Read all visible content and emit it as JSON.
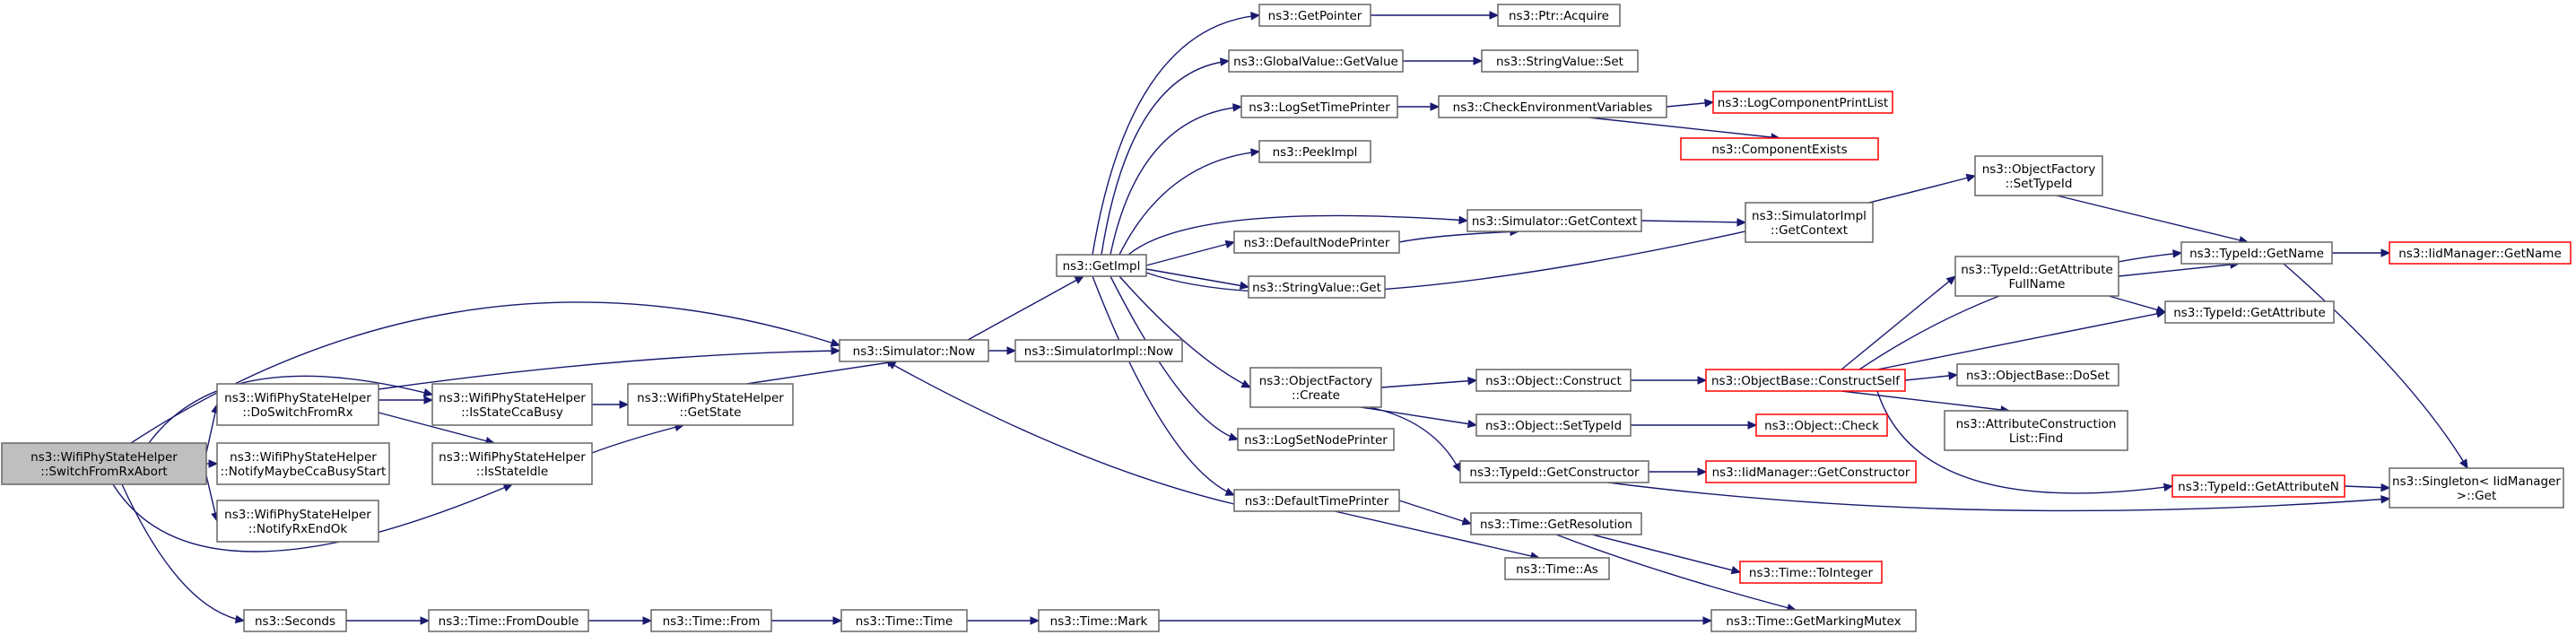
{
  "colors": {
    "edge": "#191970",
    "box_border": "#666666",
    "box_border_incomplete": "#ff0000",
    "root_fill": "#bfbfbf",
    "box_fill": "#ffffff"
  },
  "nodes": {
    "root": {
      "lines": [
        "ns3::WifiPhyStateHelper",
        "::SwitchFromRxAbort"
      ],
      "style": "root"
    },
    "doswitch": {
      "lines": [
        "ns3::WifiPhyStateHelper",
        "::DoSwitchFromRx"
      ],
      "style": "normal"
    },
    "notifymaybe": {
      "lines": [
        "ns3::WifiPhyStateHelper",
        "::NotifyMaybeCcaBusyStart"
      ],
      "style": "normal"
    },
    "notifyrxendok": {
      "lines": [
        "ns3::WifiPhyStateHelper",
        "::NotifyRxEndOk"
      ],
      "style": "normal"
    },
    "seconds": {
      "lines": [
        "ns3::Seconds"
      ],
      "style": "normal"
    },
    "isstateccabusy": {
      "lines": [
        "ns3::WifiPhyStateHelper",
        "::IsStateCcaBusy"
      ],
      "style": "normal"
    },
    "isstateidle": {
      "lines": [
        "ns3::WifiPhyStateHelper",
        "::IsStateIdle"
      ],
      "style": "normal"
    },
    "getstate": {
      "lines": [
        "ns3::WifiPhyStateHelper",
        "::GetState"
      ],
      "style": "normal"
    },
    "simnow": {
      "lines": [
        "ns3::Simulator::Now"
      ],
      "style": "normal"
    },
    "simimplnow": {
      "lines": [
        "ns3::SimulatorImpl::Now"
      ],
      "style": "normal"
    },
    "getimpl": {
      "lines": [
        "ns3::GetImpl"
      ],
      "style": "normal"
    },
    "getpointer": {
      "lines": [
        "ns3::GetPointer"
      ],
      "style": "normal"
    },
    "ptracquire": {
      "lines": [
        "ns3::Ptr::Acquire"
      ],
      "style": "normal"
    },
    "gvgetvalue": {
      "lines": [
        "ns3::GlobalValue::GetValue"
      ],
      "style": "normal"
    },
    "strset": {
      "lines": [
        "ns3::StringValue::Set"
      ],
      "style": "normal"
    },
    "logsettime": {
      "lines": [
        "ns3::LogSetTimePrinter"
      ],
      "style": "normal"
    },
    "checkenv": {
      "lines": [
        "ns3::CheckEnvironmentVariables"
      ],
      "style": "normal"
    },
    "logcompprint": {
      "lines": [
        "ns3::LogComponentPrintList"
      ],
      "style": "red"
    },
    "compexists": {
      "lines": [
        "ns3::ComponentExists"
      ],
      "style": "red"
    },
    "peekimpl": {
      "lines": [
        "ns3::PeekImpl"
      ],
      "style": "normal"
    },
    "defnodeprinter": {
      "lines": [
        "ns3::DefaultNodePrinter"
      ],
      "style": "normal"
    },
    "simgetctx": {
      "lines": [
        "ns3::Simulator::GetContext"
      ],
      "style": "normal"
    },
    "simimplgetctx": {
      "lines": [
        "ns3::SimulatorImpl",
        "::GetContext"
      ],
      "style": "normal"
    },
    "strget": {
      "lines": [
        "ns3::StringValue::Get"
      ],
      "style": "normal"
    },
    "ofsettypeid": {
      "lines": [
        "ns3::ObjectFactory",
        "::SetTypeId"
      ],
      "style": "normal"
    },
    "tidgetname": {
      "lines": [
        "ns3::TypeId::GetName"
      ],
      "style": "normal"
    },
    "iidgetname": {
      "lines": [
        "ns3::IidManager::GetName"
      ],
      "style": "red"
    },
    "tidgetattrfull": {
      "lines": [
        "ns3::TypeId::GetAttribute",
        "FullName"
      ],
      "style": "normal"
    },
    "tidgetattr": {
      "lines": [
        "ns3::TypeId::GetAttribute"
      ],
      "style": "normal"
    },
    "ofcreate": {
      "lines": [
        "ns3::ObjectFactory",
        "::Create"
      ],
      "style": "normal"
    },
    "objconstruct": {
      "lines": [
        "ns3::Object::Construct"
      ],
      "style": "normal"
    },
    "obconstructself": {
      "lines": [
        "ns3::ObjectBase::ConstructSelf"
      ],
      "style": "red"
    },
    "obdoset": {
      "lines": [
        "ns3::ObjectBase::DoSet"
      ],
      "style": "normal"
    },
    "attrconstructfind": {
      "lines": [
        "ns3::AttributeConstruction",
        "List::Find"
      ],
      "style": "normal"
    },
    "logsetnode": {
      "lines": [
        "ns3::LogSetNodePrinter"
      ],
      "style": "normal"
    },
    "objsettypeid": {
      "lines": [
        "ns3::Object::SetTypeId"
      ],
      "style": "normal"
    },
    "objcheck": {
      "lines": [
        "ns3::Object::Check"
      ],
      "style": "red"
    },
    "tidgetctor": {
      "lines": [
        "ns3::TypeId::GetConstructor"
      ],
      "style": "normal"
    },
    "iidgetctor": {
      "lines": [
        "ns3::IidManager::GetConstructor"
      ],
      "style": "red"
    },
    "tidgetattrn": {
      "lines": [
        "ns3::TypeId::GetAttributeN"
      ],
      "style": "red"
    },
    "singletonget": {
      "lines": [
        "ns3::Singleton< IidManager",
        " >::Get"
      ],
      "style": "normal"
    },
    "deftimeprinter": {
      "lines": [
        "ns3::DefaultTimePrinter"
      ],
      "style": "normal"
    },
    "timegetres": {
      "lines": [
        "ns3::Time::GetResolution"
      ],
      "style": "normal"
    },
    "timetoint": {
      "lines": [
        "ns3::Time::ToInteger"
      ],
      "style": "red"
    },
    "timeas": {
      "lines": [
        "ns3::Time::As"
      ],
      "style": "normal"
    },
    "timefromdouble": {
      "lines": [
        "ns3::Time::FromDouble"
      ],
      "style": "normal"
    },
    "timefrom": {
      "lines": [
        "ns3::Time::From"
      ],
      "style": "normal"
    },
    "timetime": {
      "lines": [
        "ns3::Time::Time"
      ],
      "style": "normal"
    },
    "timemark": {
      "lines": [
        "ns3::Time::Mark"
      ],
      "style": "normal"
    },
    "timegetmarkmutex": {
      "lines": [
        "ns3::Time::GetMarkingMutex"
      ],
      "style": "normal"
    }
  }
}
